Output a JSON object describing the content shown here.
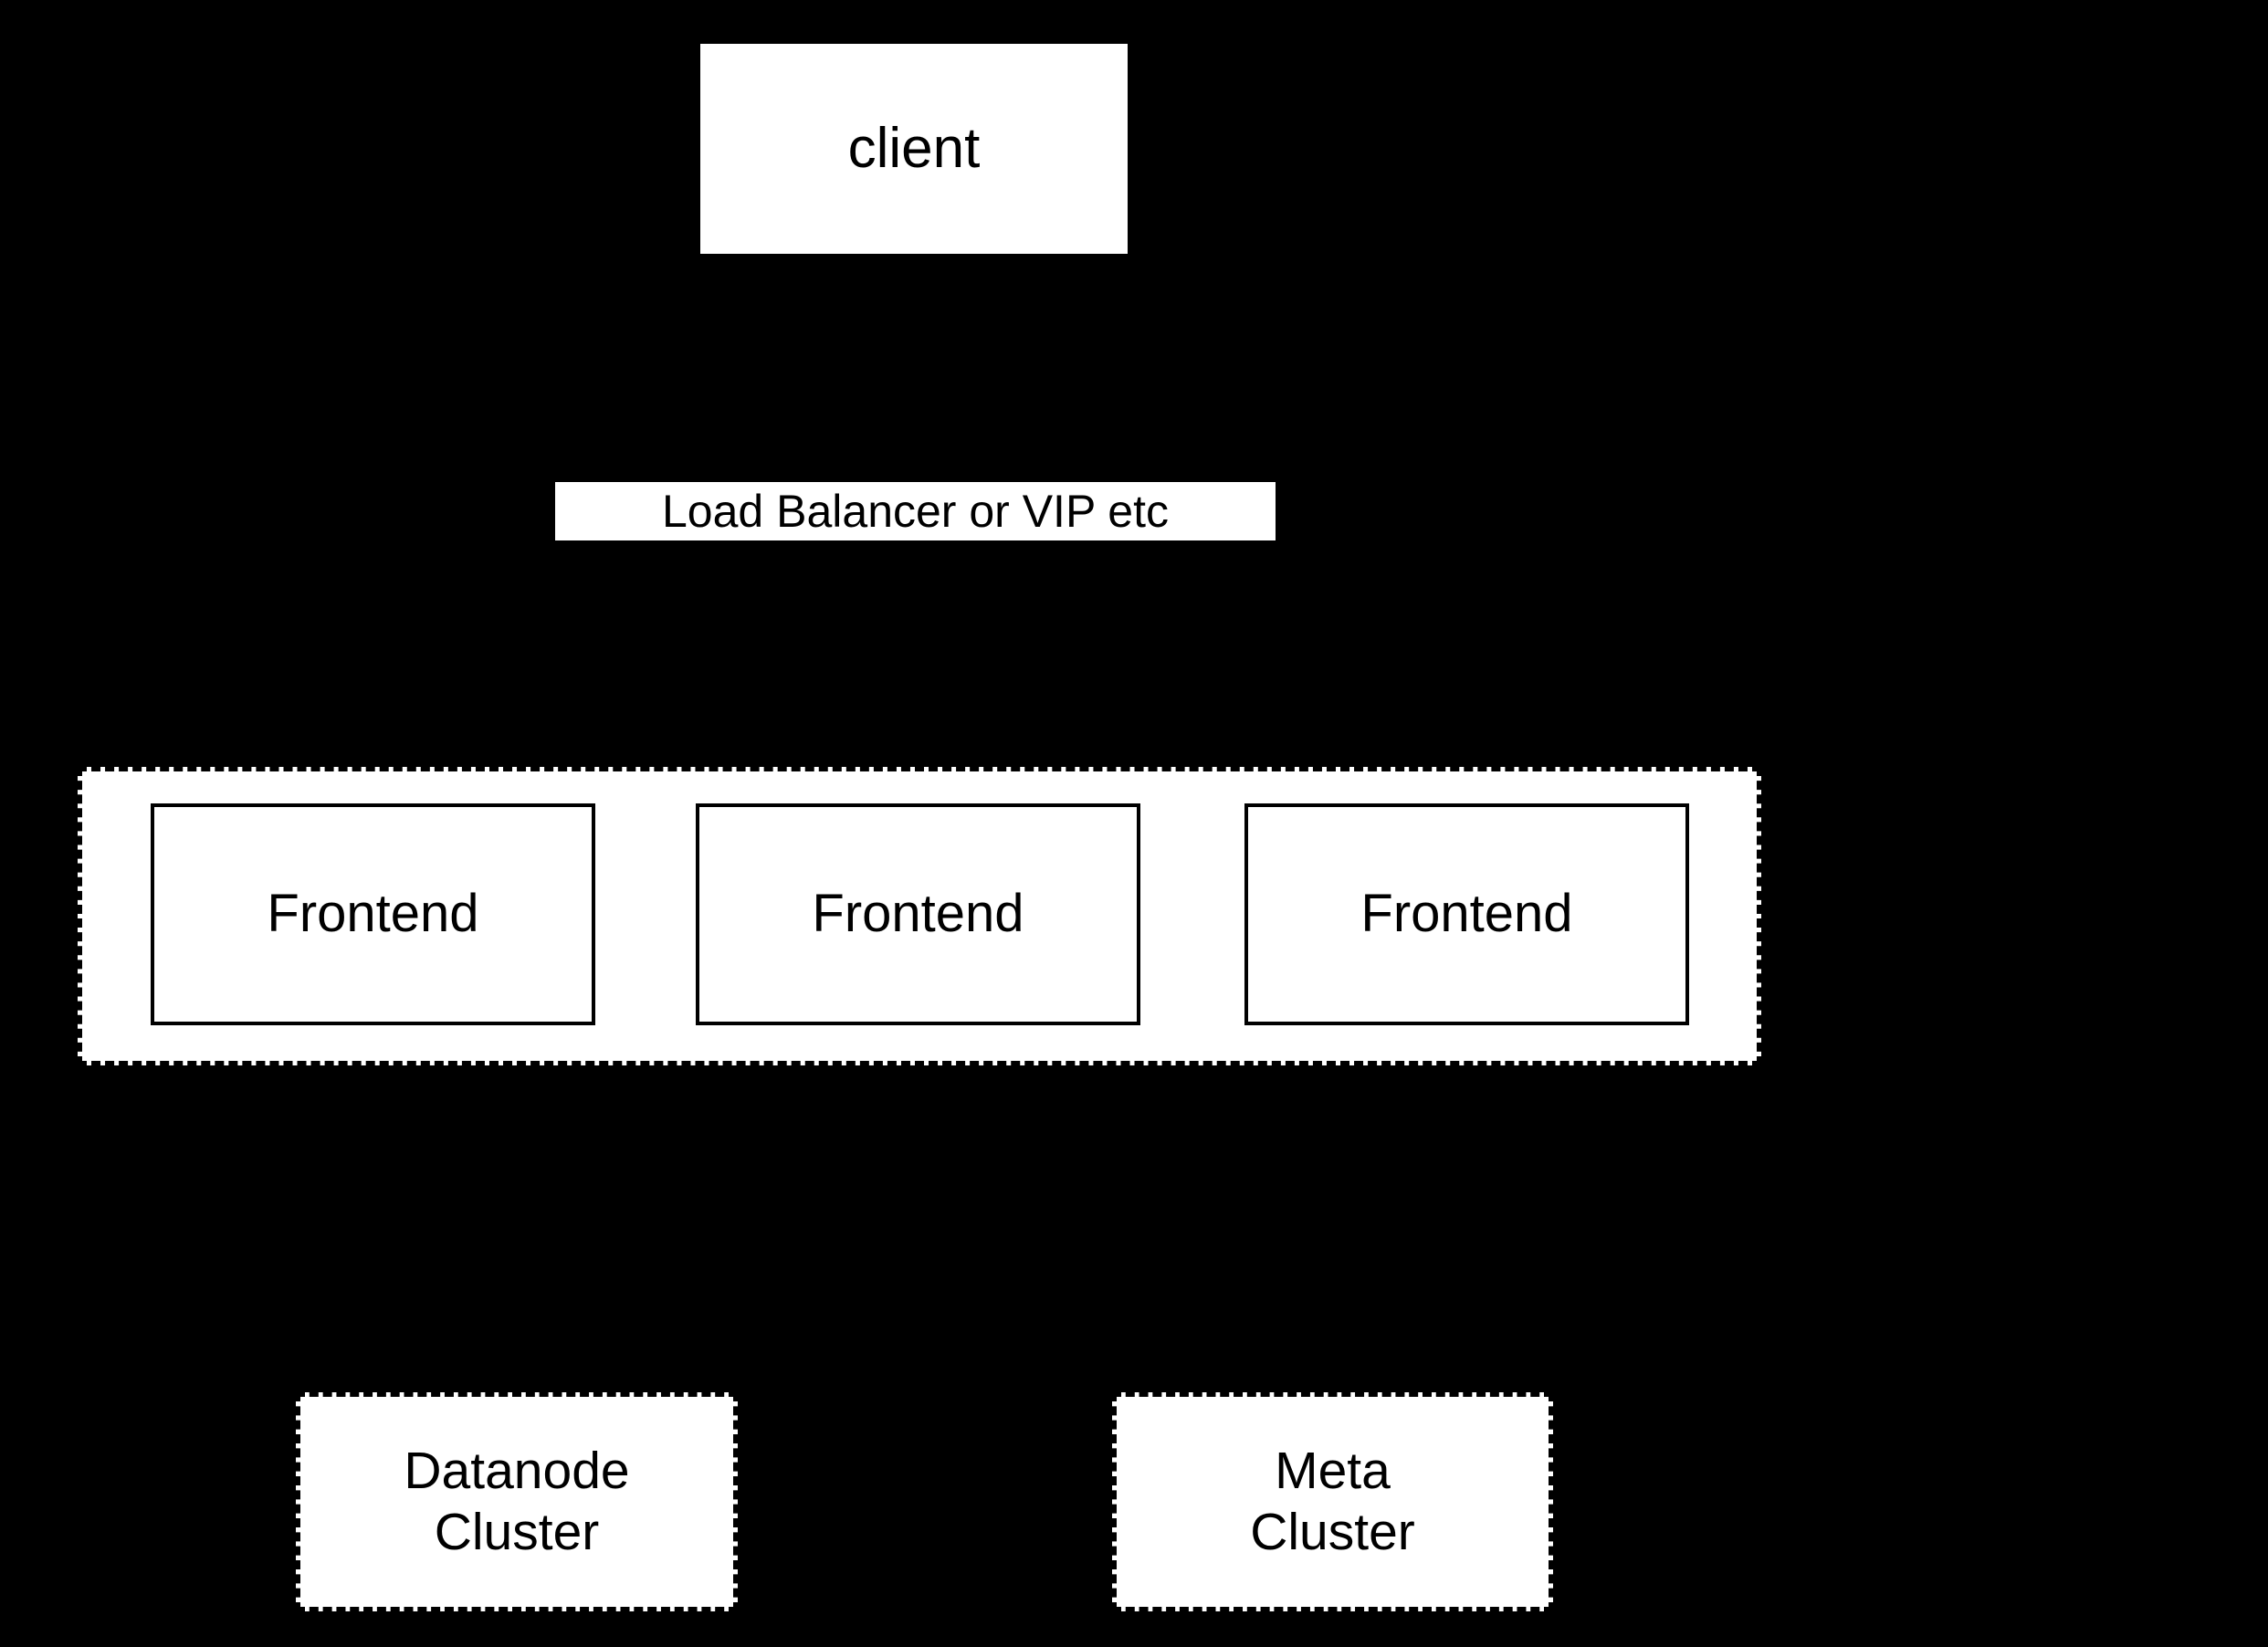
{
  "canvas": {
    "background_color": "#000000",
    "node_fill_color": "#ffffff",
    "node_border_color": "#000000",
    "text_color": "#000000"
  },
  "diagram": {
    "client": {
      "label": "client"
    },
    "load_balancer": {
      "label": "Load Balancer or VIP etc"
    },
    "frontend_group": {
      "frontends": [
        {
          "label": "Frontend"
        },
        {
          "label": "Frontend"
        },
        {
          "label": "Frontend"
        }
      ]
    },
    "datanode_cluster": {
      "label": "Datanode\nCluster"
    },
    "meta_cluster": {
      "label": "Meta\nCluster"
    }
  }
}
